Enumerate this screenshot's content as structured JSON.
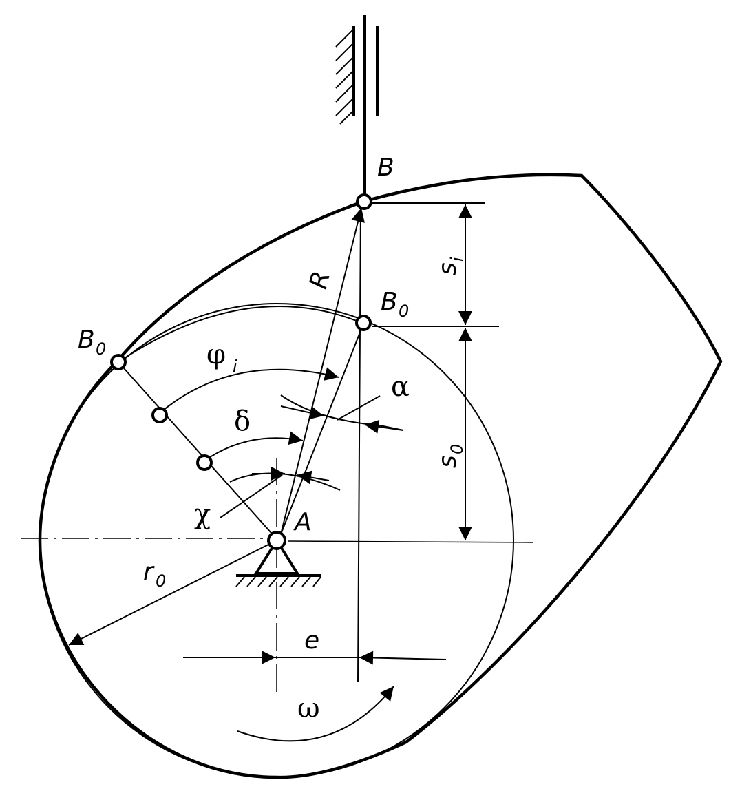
{
  "labels": {
    "B_top": "B",
    "B0_right": "B",
    "B0_right_sub": "0",
    "B0_left": "B",
    "B0_left_sub": "0",
    "R": "R",
    "A": "A",
    "phi": "φ",
    "phi_sub": "i",
    "alpha": "α",
    "delta": "δ",
    "chi": "χ",
    "r0": "r",
    "r0_sub": "0",
    "s_i": "s",
    "s_i_sub": "i",
    "s0": "s",
    "s0_sub": "0",
    "e": "e",
    "omega": "ω"
  },
  "colors": {
    "ink": "#000000",
    "paper": "#ffffff"
  }
}
